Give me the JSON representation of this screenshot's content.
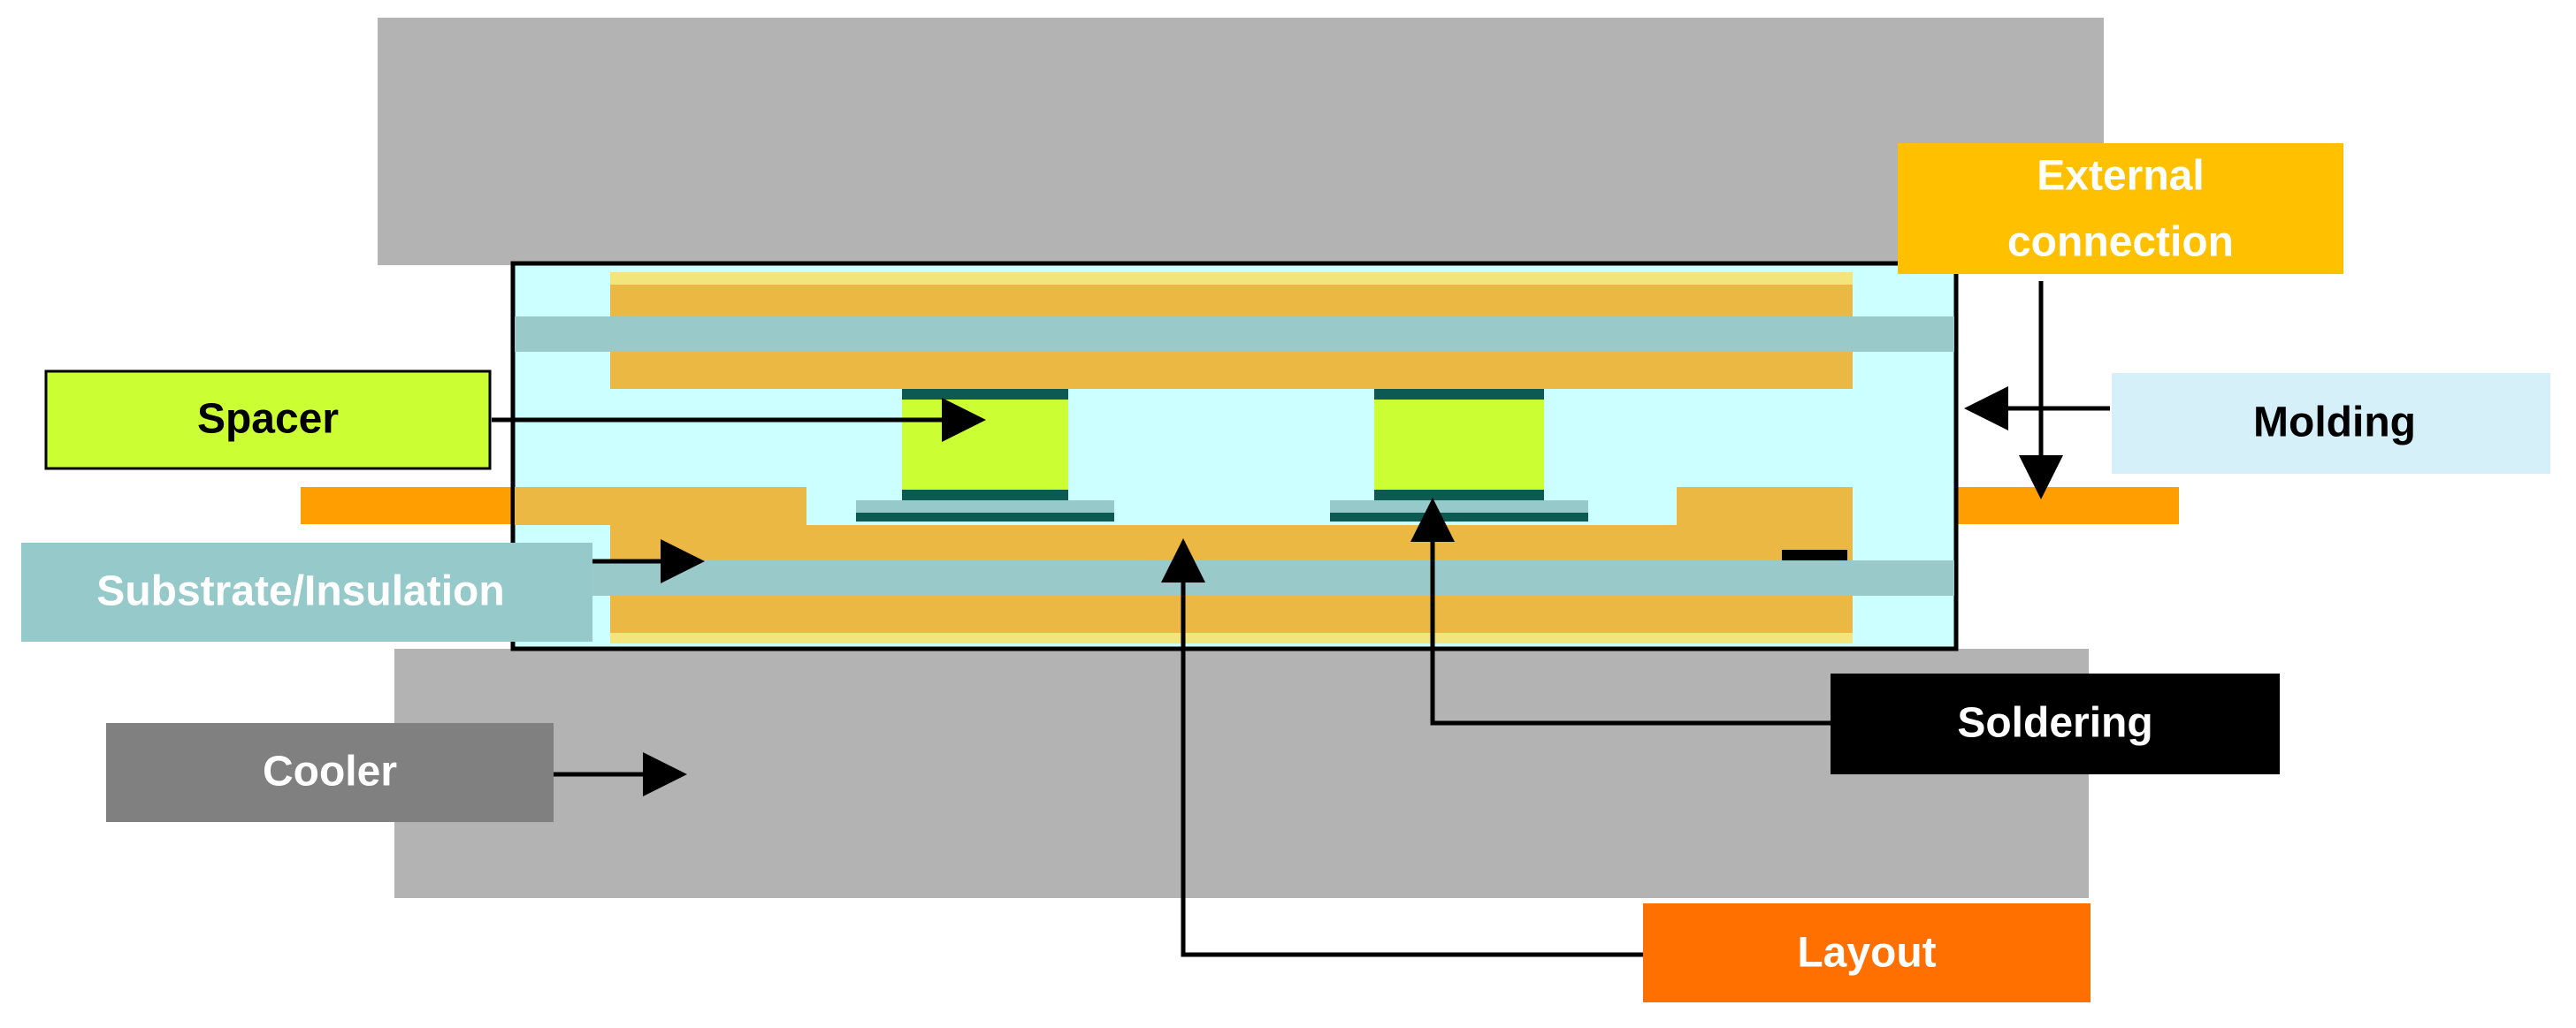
{
  "colors": {
    "cooler_block": "#b3b3b3",
    "molding": "#ccffff",
    "layout": "#ebb843",
    "layout_edge": "#f1e57c",
    "substrate": "#99c9c8",
    "spacer": "#ccff33",
    "spacer_cap": "#0d5a52",
    "solder_pad": "#96c9c9",
    "lead_frame": "#ff9e00",
    "arrow": "#000000"
  },
  "labels": {
    "spacer": {
      "text": "Spacer",
      "bg": "#ccff33",
      "fg": "#000000"
    },
    "substrate": {
      "text": "Substrate/Insulation",
      "bg": "#96c9c9",
      "fg": "#ffffff"
    },
    "cooler": {
      "text": "Cooler",
      "bg": "#808080",
      "fg": "#ffffff"
    },
    "external_line1": {
      "text": "External",
      "bg": "#ffc000",
      "fg": "#ffffff"
    },
    "external_line2": {
      "text": "connection"
    },
    "molding": {
      "text": "Molding",
      "bg": "#d6f0fa",
      "fg": "#000000"
    },
    "soldering": {
      "text": "Soldering",
      "bg": "#000000",
      "fg": "#ffffff"
    },
    "layout": {
      "text": "Layout",
      "bg": "#ff7000",
      "fg": "#ffffff"
    }
  }
}
